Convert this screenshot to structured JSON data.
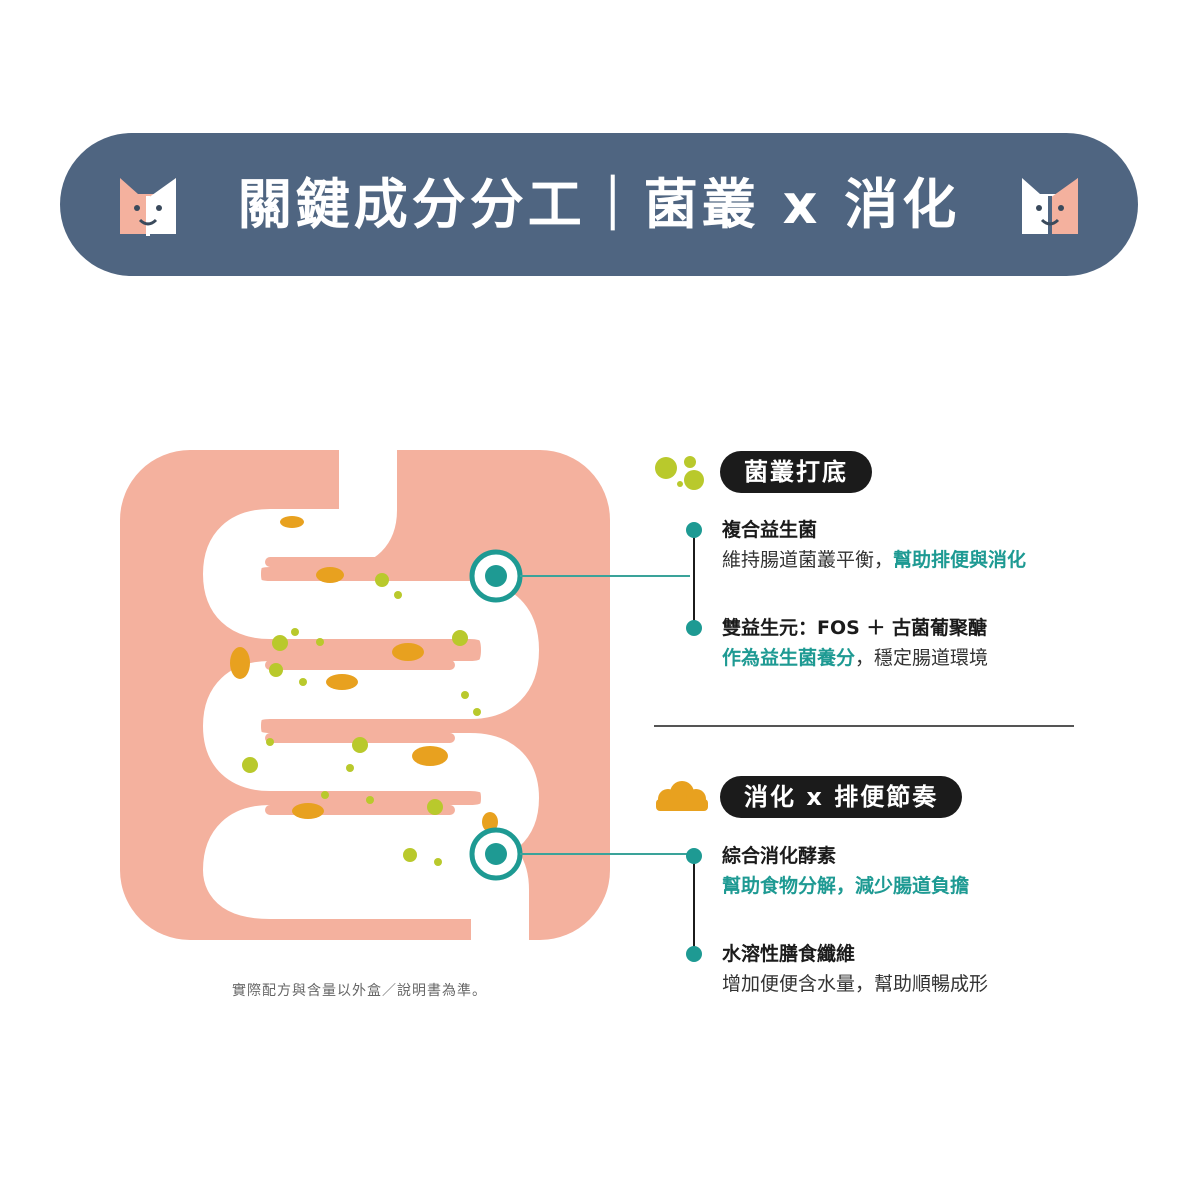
{
  "banner": {
    "title": "關鍵成分分工｜菌叢 x 消化",
    "background_color": "#4f6581",
    "cat_icon_left": "cat-face-icon",
    "cat_icon_right": "cat-face-icon"
  },
  "section1": {
    "icon": "bacteria-icon",
    "heading": "菌叢打底",
    "items": [
      {
        "title": "複合益生菌",
        "desc_plain": "維持腸道菌叢平衡，",
        "desc_highlight": "幫助排便與消化"
      },
      {
        "title": "雙益生元：FOS ＋ 古菌葡聚醣",
        "desc_highlight": "作為益生菌養分",
        "desc_plain": "，穩定腸道環境"
      }
    ]
  },
  "section2": {
    "icon": "enzyme-cloud-icon",
    "heading": "消化 x 排便節奏",
    "items": [
      {
        "title": "綜合消化酵素",
        "desc_highlight": "幫助食物分解，減少腸道負擔"
      },
      {
        "title": "水溶性膳食纖維",
        "desc_plain": "增加便便含水量，幫助順暢成形"
      }
    ]
  },
  "illustration": {
    "icon": "intestine-icon",
    "body_color": "#f4b19e",
    "accent_color": "#1e9a93"
  },
  "footnote": "實際配方與含量以外盒／說明書為準。"
}
